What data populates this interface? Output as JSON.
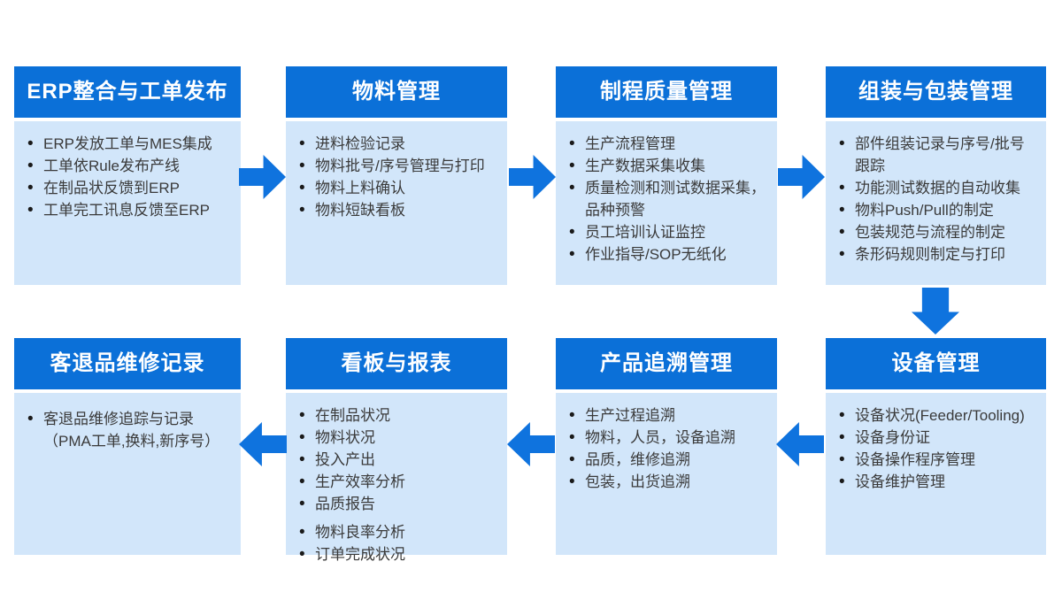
{
  "colors": {
    "header_bg": "#0b70d8",
    "body_bg": "#d2e6fa",
    "arrow": "#0f73de",
    "text": "#3a3a3a",
    "header_text": "#ffffff",
    "page_bg": "#ffffff"
  },
  "boxes": [
    {
      "title": "ERP整合与工单发布",
      "items": [
        "ERP发放工单与MES集成",
        "工单依Rule发布产线",
        "在制品状反馈到ERP",
        "工单完工讯息反馈至ERP"
      ]
    },
    {
      "title": "物料管理",
      "items": [
        "进料检验记录",
        "物料批号/序号管理与打印",
        "物料上料确认",
        "物料短缺看板"
      ]
    },
    {
      "title": "制程质量管理",
      "items": [
        "生产流程管理",
        "生产数据采集收集",
        "质量检测和测试数据采集，\n品种预警",
        "员工培训认证监控",
        "作业指导/SOP无纸化"
      ]
    },
    {
      "title": "组装与包装管理",
      "items": [
        "部件组装记录与序号/批号\n跟踪",
        "功能测试数据的自动收集",
        "物料Push/Pull的制定",
        "包装规范与流程的制定",
        "条形码规则制定与打印"
      ]
    },
    {
      "title": "客退品维修记录",
      "items": [
        "客退品维修追踪与记录\n（PMA工单,换料,新序号）"
      ]
    },
    {
      "title": "看板与报表",
      "items": [
        "在制品状况",
        "物料状况",
        "投入产出",
        "生产效率分析",
        "品质报告",
        "物料良率分析",
        "订单完成状况"
      ]
    },
    {
      "title": "产品追溯管理",
      "items": [
        "生产过程追溯",
        "物料，人员，设备追溯",
        "品质，维修追溯",
        "包装，出货追溯"
      ]
    },
    {
      "title": "设备管理",
      "items": [
        "设备状况(Feeder/Tooling)",
        "设备身份证",
        "设备操作程序管理",
        "设备维护管理"
      ]
    }
  ],
  "arrows": [
    {
      "direction": "right",
      "from": "ERP整合与工单发布",
      "to": "物料管理"
    },
    {
      "direction": "right",
      "from": "物料管理",
      "to": "制程质量管理"
    },
    {
      "direction": "right",
      "from": "制程质量管理",
      "to": "组装与包装管理"
    },
    {
      "direction": "down",
      "from": "组装与包装管理",
      "to": "设备管理"
    },
    {
      "direction": "left",
      "from": "设备管理",
      "to": "产品追溯管理"
    },
    {
      "direction": "left",
      "from": "产品追溯管理",
      "to": "看板与报表"
    },
    {
      "direction": "left",
      "from": "看板与报表",
      "to": "客退品维修记录"
    }
  ]
}
